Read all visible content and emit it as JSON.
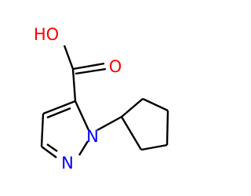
{
  "molecule": {
    "atoms": {
      "hydroxyl_o": "HO",
      "carbonyl_o": "O",
      "n1": "N",
      "n2": "N"
    }
  },
  "colors": {
    "bond": "#000000",
    "oxygen": "#ff0000",
    "nitrogen": "#0000ff"
  }
}
